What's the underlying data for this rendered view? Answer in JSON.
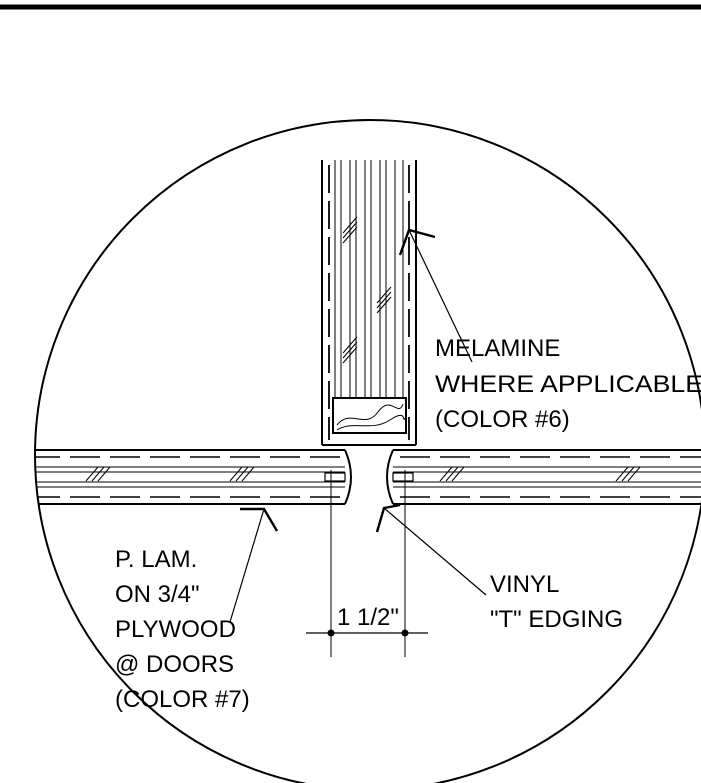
{
  "callouts": {
    "melamine": {
      "line1": "MELAMINE",
      "line2": "WHERE APPLICABLE",
      "line3": "(COLOR #6)"
    },
    "plam": {
      "line1": "P. LAM.",
      "line2": "ON 3/4\"",
      "line3": "PLYWOOD",
      "line4": "@ DOORS",
      "line5": "(COLOR #7)"
    },
    "vinyl": {
      "line1": "VINYL",
      "line2": "\"T\" EDGING"
    }
  },
  "dimension": {
    "value": "1 1/2\""
  },
  "colors": {
    "ink": "#000000",
    "paper": "#ffffff"
  }
}
